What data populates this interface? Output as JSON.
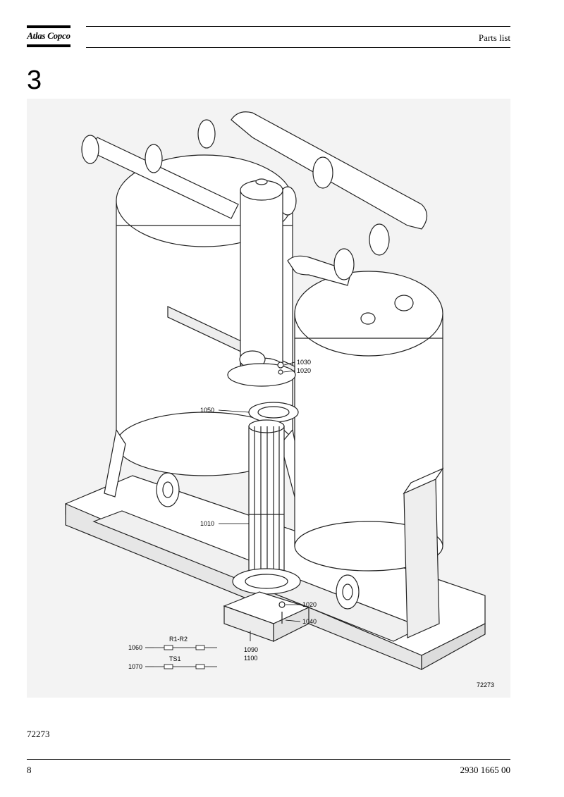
{
  "header": {
    "logo_text": "Atlas Copco",
    "title": "Parts list"
  },
  "section": {
    "number": "3"
  },
  "figure": {
    "drawing_number": "72273",
    "callouts": {
      "c1030": "1030",
      "c1020_top": "1020",
      "c1050": "1050",
      "c1010": "1010",
      "c1020_bottom": "1020",
      "c1040": "1040",
      "c1090": "1090",
      "c1100": "1100",
      "c1060": "1060",
      "c1070": "1070",
      "r1r2": "R1-R2",
      "ts1": "TS1"
    }
  },
  "caption": {
    "figure_ref": "72273"
  },
  "footer": {
    "page_number": "8",
    "document_number": "2930 1665 00"
  }
}
